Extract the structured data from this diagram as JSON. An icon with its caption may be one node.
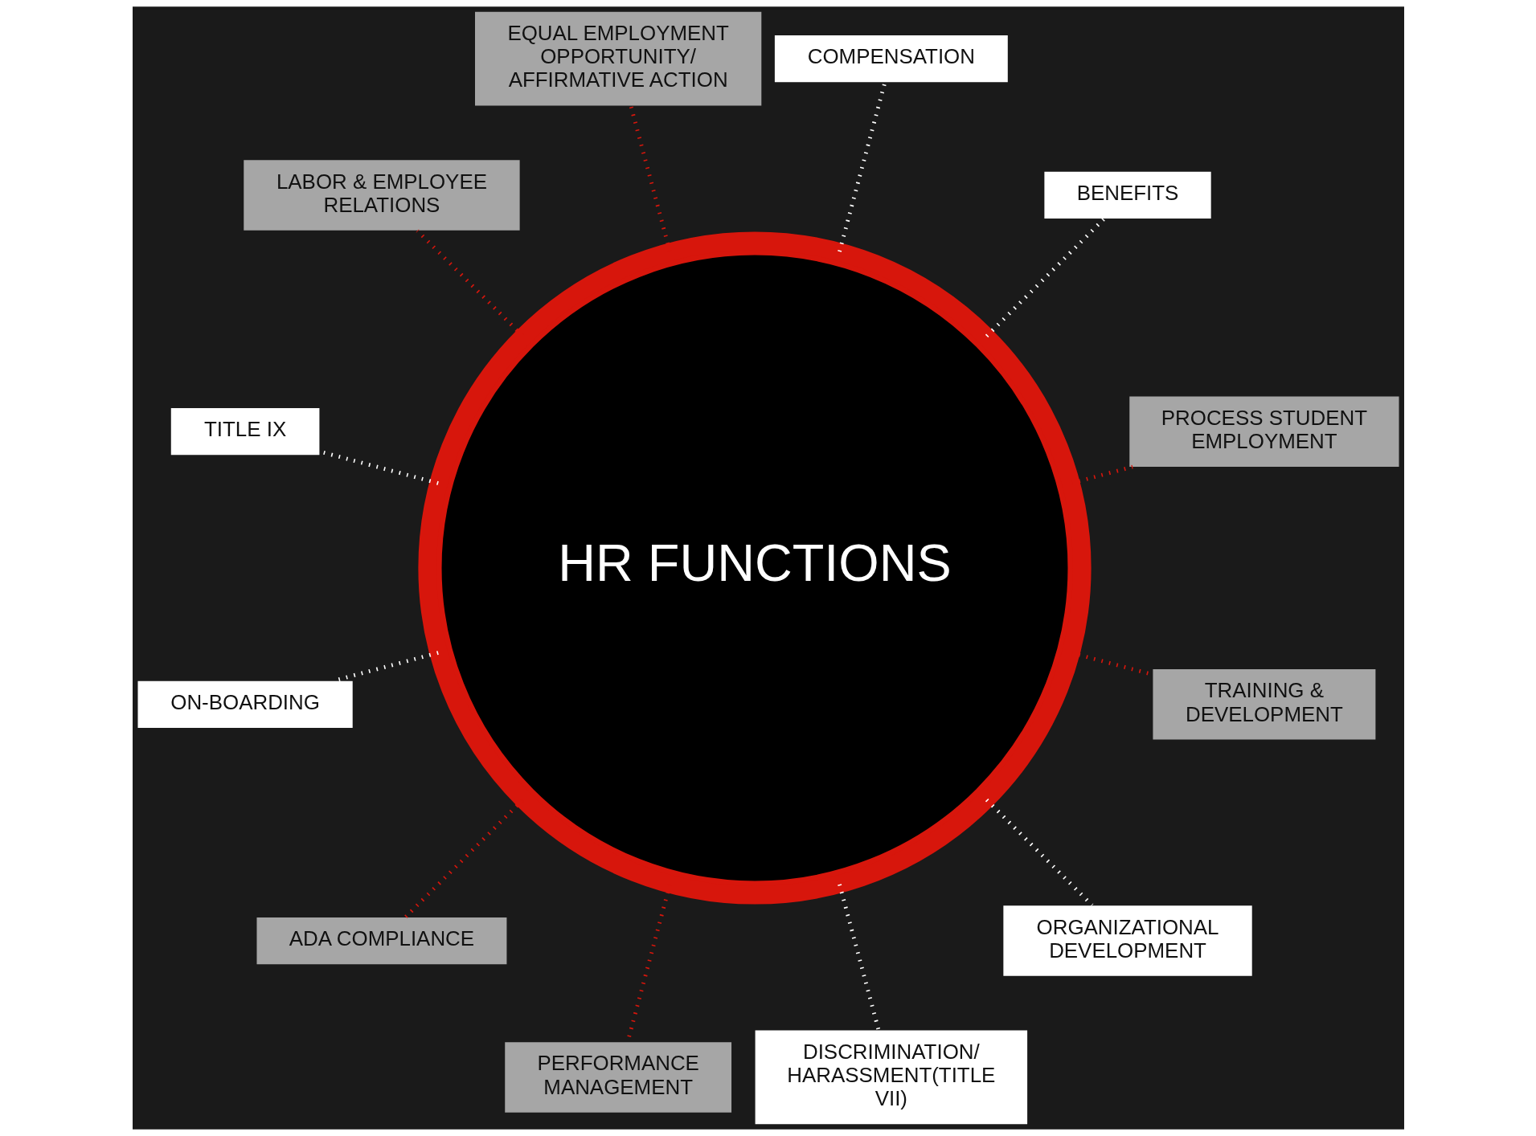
{
  "diagram": {
    "nodes": [
      {
        "text": [
          "HR FUNCTIONS"
        ]
      },
      {
        "text": [
          "PROCESS STUDENT EMPLOYMENT"
        ]
      },
      {
        "text": [
          "BENEFITS"
        ]
      },
      {
        "text": [
          "COMPENSATION"
        ]
      },
      {
        "text": [
          "EQUAL EMPLOYMENT OPPORTUNITY/ AFFIRMATIVE ACTION"
        ]
      },
      {
        "text": [
          "LABOR & EMPLOYEE RELATIONS"
        ]
      },
      {
        "text": [
          "TITLE IX"
        ]
      },
      {
        "text": [
          "ON-BOARDING"
        ]
      },
      {
        "text": [
          "ADA COMPLIANCE"
        ]
      },
      {
        "text": [
          "PERFORMANCE MANAGEMENT"
        ]
      },
      {
        "text": [
          "DISCRIMINATION/ HARASSMENT(TITLE VII)"
        ]
      },
      {
        "text": [
          "ORGANIZATIONAL DEVELOPMENT"
        ]
      },
      {
        "text": [
          "TRAINING & DEVELOPMENT"
        ]
      }
    ],
    "edges": [
      {
        "from": 0,
        "to": 1,
        "arrow": "none",
        "color": "#d7160c"
      },
      {
        "from": 0,
        "to": 2,
        "arrow": "none",
        "color": "#ffffff"
      },
      {
        "from": 0,
        "to": 4,
        "arrow": "none",
        "color": "#d7160c"
      },
      {
        "from": 0,
        "to": 6,
        "arrow": "none",
        "color": "#ffffff"
      },
      {
        "from": 0,
        "to": 8,
        "arrow": "none",
        "color": "#d7160c"
      },
      {
        "from": 0,
        "to": 10,
        "arrow": "none",
        "color": "#ffffff"
      },
      {
        "from": 0,
        "to": 12,
        "arrow": "none",
        "color": "#d7160c"
      },
      {
        "from": 0,
        "to": 11,
        "arrow": "none",
        "color": "#ffffff"
      },
      {
        "from": 0,
        "to": 9,
        "arrow": "none",
        "color": "#d7160c"
      },
      {
        "from": 0,
        "to": 7,
        "arrow": "none",
        "color": "#ffffff"
      },
      {
        "from": 0,
        "to": 5,
        "arrow": "none",
        "color": "#d7160c"
      },
      {
        "from": 0,
        "to": 3,
        "arrow": "none",
        "color": "#ffffff"
      }
    ]
  }
}
